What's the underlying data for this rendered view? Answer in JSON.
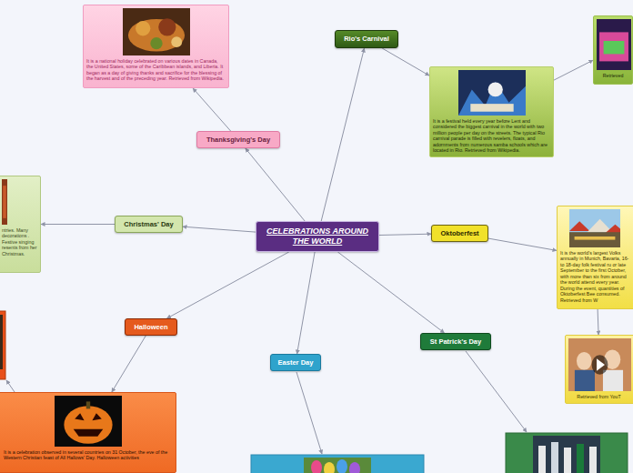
{
  "diagram": {
    "nodes": [
      {
        "text": [
          "CELEBRATIONS AROUND THE WORLD"
        ]
      },
      {
        "text": [
          "Rio's Carnival"
        ]
      },
      {
        "text": [
          "It is a festival held every year before Lent and considered the biggest carnival in the world with two million people per day on the streets. The typical Rio carnival parade is filled with revelers, floats, and adornments from numerous samba schools which are located in Rio. Retrieved from Wikipedia."
        ]
      },
      {
        "text": [
          "Retrieved"
        ]
      },
      {
        "text": [
          "Thanksgiving's Day"
        ]
      },
      {
        "text": [
          "It is a national holiday celebrated on various dates in Canada, the United States, some of the Caribbean islands, and Liberia. It began as a day of giving thanks and sacrifice for the blessing of the harvest and of the preceding year. Retrieved from Wikipedia."
        ]
      },
      {
        "text": [
          "Christmas' Day"
        ]
      },
      {
        "text": [
          "ntries. Many decorations . Festive singing resents from her Christmas."
        ]
      },
      {
        "text": [
          "Oktoberfest"
        ]
      },
      {
        "text": [
          "It is the world's largest Volks annually in Munich, Bavaria, 16- to 18-day folk festival ru or late September to the first October, with more than six from around the world attend every year. During the event, quantities of Oktoberfest Bee consumed. Retrieved from W"
        ]
      },
      {
        "text": [
          "Retrieved from YouT"
        ]
      },
      {
        "text": [
          "St Patrick's Day"
        ]
      },
      {
        "text": [
          "Easter Day"
        ]
      },
      {
        "text": [
          "Halloween"
        ]
      },
      {
        "text": [
          "It is a celebration observed in several countries on 31 October, the eve of the Western Christian feast of All Hallows' Day. Halloween activities"
        ]
      }
    ],
    "edges": [
      {
        "from": 0,
        "to": 1,
        "arrow": "to"
      },
      {
        "from": 1,
        "to": 2,
        "arrow": "to"
      },
      {
        "from": 2,
        "to": 3,
        "arrow": "to"
      },
      {
        "from": 0,
        "to": 4,
        "arrow": "to"
      },
      {
        "from": 4,
        "to": 5,
        "arrow": "to"
      },
      {
        "from": 0,
        "to": 6,
        "arrow": "to"
      },
      {
        "from": 6,
        "to": 7,
        "arrow": "to"
      },
      {
        "from": 0,
        "to": 8,
        "arrow": "to"
      },
      {
        "from": 8,
        "to": 9,
        "arrow": "to"
      },
      {
        "from": 9,
        "to": 10,
        "arrow": "to"
      },
      {
        "from": 0,
        "to": 11,
        "arrow": "to"
      },
      {
        "from": 0,
        "to": 12,
        "arrow": "to"
      },
      {
        "from": 0,
        "to": 13,
        "arrow": "to"
      },
      {
        "from": 13,
        "to": 14,
        "arrow": "to"
      }
    ]
  }
}
